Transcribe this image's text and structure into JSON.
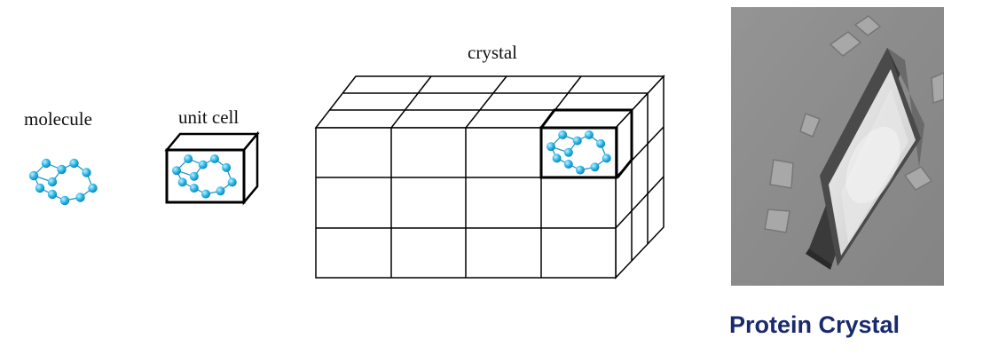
{
  "labels": {
    "molecule": "molecule",
    "unit_cell": "unit cell",
    "crystal": "crystal"
  },
  "photo": {
    "caption": "Protein Crystal"
  },
  "colors": {
    "atom": "#29b6e8",
    "atom_highlight": "#bff0ff",
    "caption": "#1a2a6c",
    "photo_background": "#8e8e8e"
  }
}
